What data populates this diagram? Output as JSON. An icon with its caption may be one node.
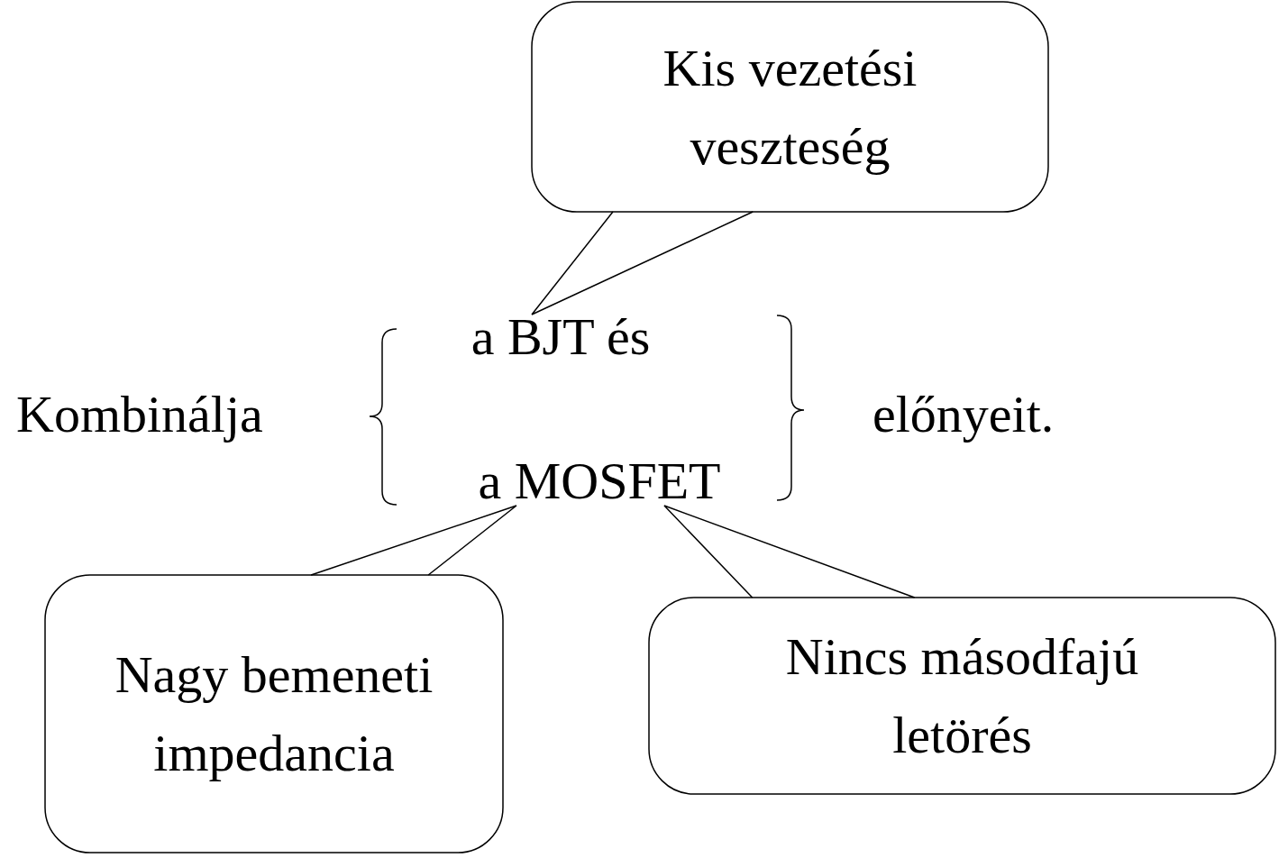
{
  "diagram": {
    "nodes": [
      {
        "text": [
          "Kis vezetési veszteség"
        ]
      },
      {
        "text": [
          "a BJT és"
        ]
      },
      {
        "text": [
          "a MOSFET"
        ]
      },
      {
        "text": [
          "Nagy bemeneti impedancia"
        ]
      },
      {
        "text": [
          "Nincs másodfajú letörés"
        ]
      }
    ],
    "edges": [
      {
        "from": 0,
        "to": 1,
        "arrow": "none"
      },
      {
        "from": 3,
        "to": 2,
        "arrow": "none"
      },
      {
        "from": 4,
        "to": 2,
        "arrow": "none"
      }
    ],
    "labels": [
      "Kombinálja",
      "előnyeit."
    ]
  }
}
